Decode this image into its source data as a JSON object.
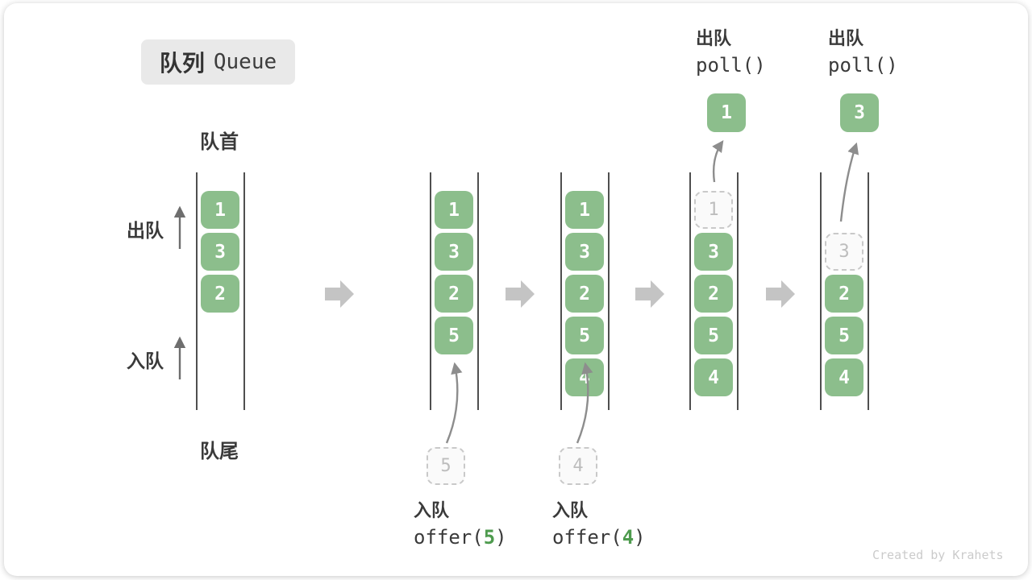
{
  "title": {
    "zh": "队列",
    "en": "Queue"
  },
  "front_label": "队首",
  "rear_label": "队尾",
  "left": {
    "dequeue": "出队",
    "enqueue": "入队"
  },
  "states": [
    {
      "items": [
        "1",
        "3",
        "2"
      ]
    },
    {
      "items": [
        "1",
        "3",
        "2",
        "5"
      ],
      "ghost": "5",
      "caption": {
        "zh": "入队",
        "fn": "offer(",
        "arg": "5",
        "end": ")"
      }
    },
    {
      "items": [
        "1",
        "3",
        "2",
        "5",
        "4"
      ],
      "ghost": "4",
      "caption": {
        "zh": "入队",
        "fn": "offer(",
        "arg": "4",
        "end": ")"
      }
    },
    {
      "items": [
        "3",
        "2",
        "5",
        "4"
      ],
      "ghost": "1",
      "popped": "1",
      "caption": {
        "zh": "出队",
        "code": "poll()"
      }
    },
    {
      "items": [
        "2",
        "5",
        "4"
      ],
      "ghost": "3",
      "popped": "3",
      "caption": {
        "zh": "出队",
        "code": "poll()"
      }
    }
  ],
  "watermark": "Created by Krahets",
  "colors": {
    "box-green": "#8CBE8C",
    "code-green": "#4E9B4E",
    "block-arrow": "#C4C4C4",
    "wall": "#4F4F4F",
    "ink": "#3A3A3A",
    "ghost-border": "#C9C9C9",
    "ghost-ink": "#BDBDBD",
    "watermark": "#CBCBCB"
  }
}
